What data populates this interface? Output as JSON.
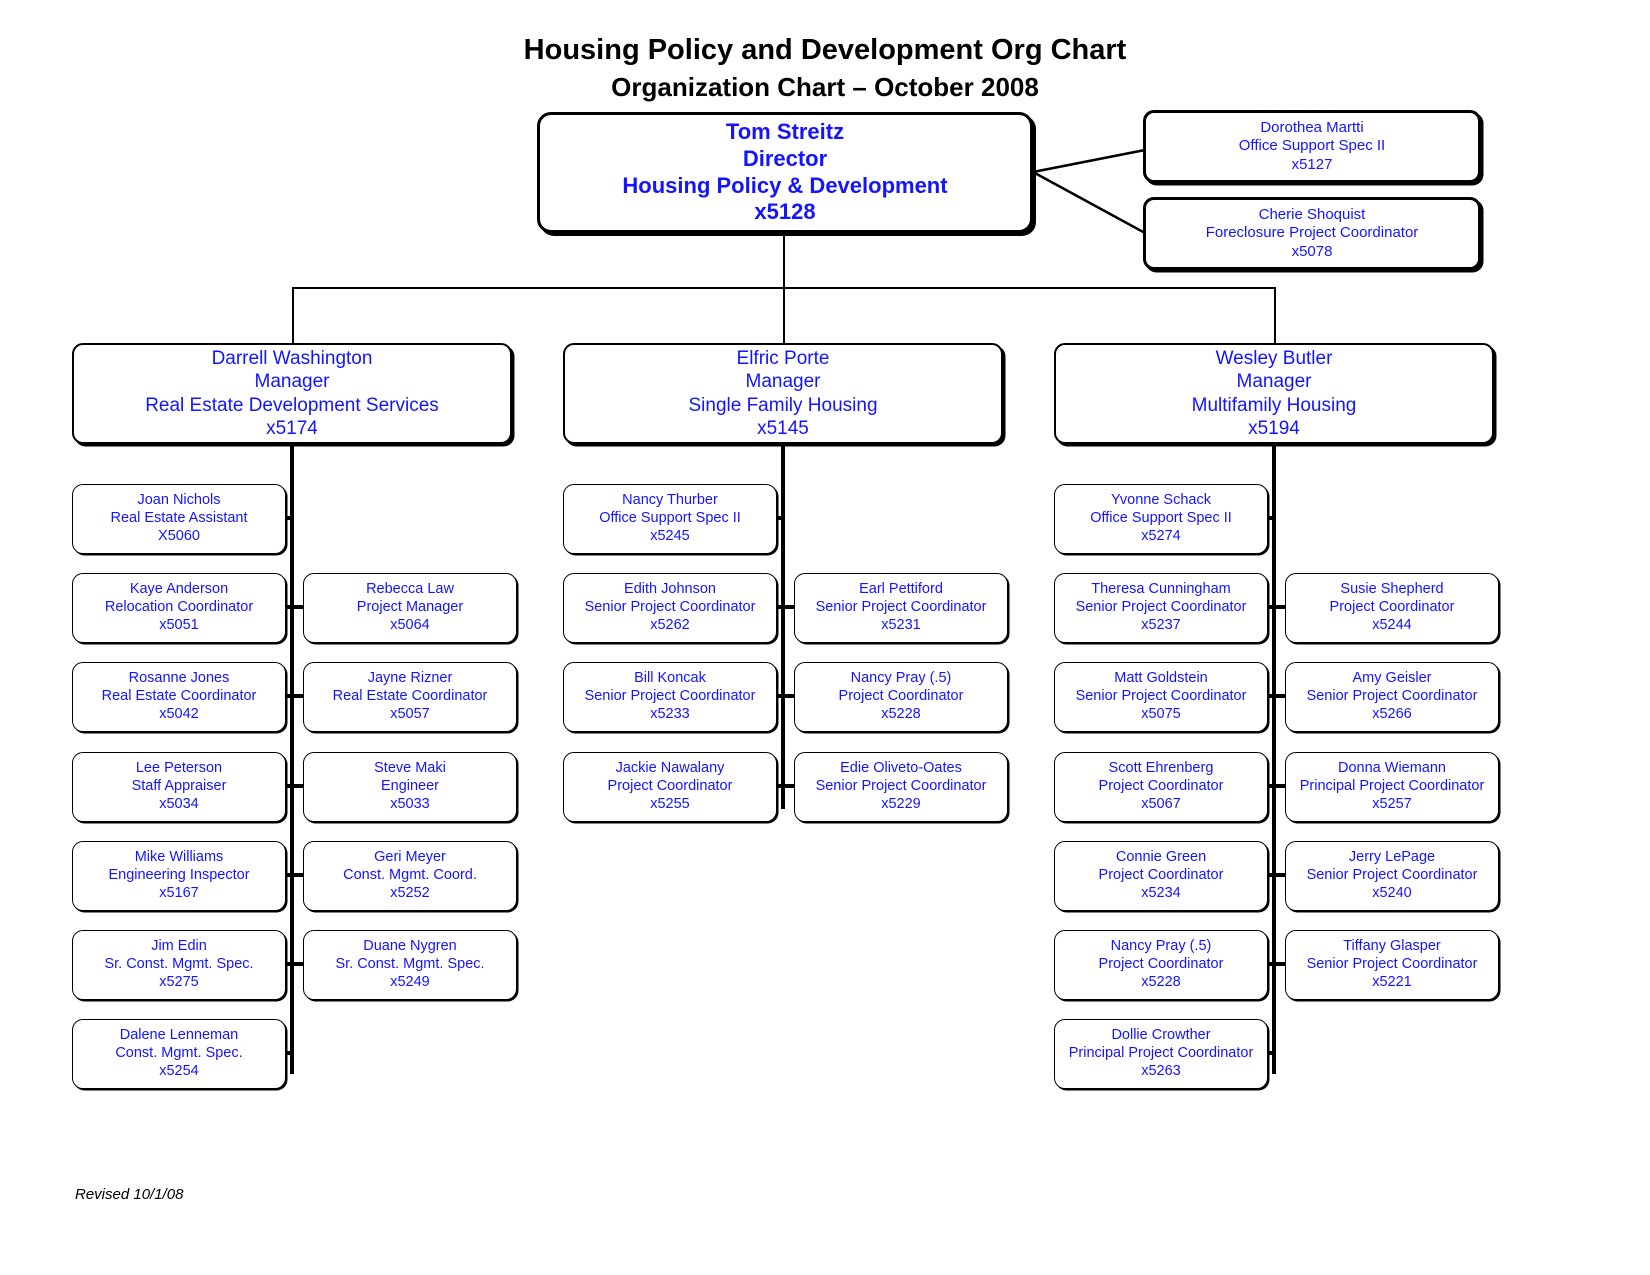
{
  "title": {
    "line1": "Housing Policy and Development Org Chart",
    "line2": "Organization Chart – October 2008"
  },
  "footer": "Revised 10/1/08",
  "colors": {
    "text": "#1414ff",
    "line": "#000000",
    "title": "#000000",
    "background": "#ffffff"
  },
  "chart_data": {
    "type": "diagram",
    "diagram_type": "org-chart",
    "root": {
      "name": "Tom Streitz",
      "role": "Director",
      "unit": "Housing Policy & Development",
      "ext": "x5128"
    },
    "direct_support": [
      {
        "name": "Dorothea Martti",
        "role": "Office Support Spec II",
        "ext": "x5127"
      },
      {
        "name": "Cherie Shoquist",
        "role": "Foreclosure Project Coordinator",
        "ext": "x5078"
      }
    ],
    "divisions": [
      {
        "manager": {
          "name": "Darrell Washington",
          "role": "Manager",
          "unit": "Real Estate Development Services",
          "ext": "x5174"
        },
        "left_column": [
          {
            "name": "Joan Nichols",
            "role": "Real Estate Assistant",
            "ext": "X5060"
          },
          {
            "name": "Kaye Anderson",
            "role": "Relocation Coordinator",
            "ext": "x5051"
          },
          {
            "name": "Rosanne Jones",
            "role": "Real Estate Coordinator",
            "ext": "x5042"
          },
          {
            "name": "Lee Peterson",
            "role": "Staff Appraiser",
            "ext": "x5034"
          },
          {
            "name": "Mike Williams",
            "role": "Engineering Inspector",
            "ext": "x5167"
          },
          {
            "name": "Jim Edin",
            "role": "Sr. Const. Mgmt. Spec.",
            "ext": "x5275"
          },
          {
            "name": "Dalene Lenneman",
            "role": "Const. Mgmt. Spec.",
            "ext": "x5254"
          }
        ],
        "right_column": [
          {
            "name": "Rebecca Law",
            "role": "Project Manager",
            "ext": "x5064"
          },
          {
            "name": "Jayne Rizner",
            "role": "Real Estate Coordinator",
            "ext": "x5057"
          },
          {
            "name": "Steve Maki",
            "role": "Engineer",
            "ext": "x5033"
          },
          {
            "name": "Geri Meyer",
            "role": "Const. Mgmt. Coord.",
            "ext": "x5252"
          },
          {
            "name": "Duane Nygren",
            "role": "Sr. Const. Mgmt. Spec.",
            "ext": "x5249"
          }
        ]
      },
      {
        "manager": {
          "name": "Elfric Porte",
          "role": "Manager",
          "unit": "Single Family Housing",
          "ext": "x5145"
        },
        "left_column": [
          {
            "name": "Nancy Thurber",
            "role": "Office Support Spec II",
            "ext": "x5245"
          },
          {
            "name": "Edith Johnson",
            "role": "Senior Project Coordinator",
            "ext": "x5262"
          },
          {
            "name": "Bill Koncak",
            "role": "Senior Project Coordinator",
            "ext": "x5233"
          },
          {
            "name": "Jackie Nawalany",
            "role": "Project Coordinator",
            "ext": "x5255"
          }
        ],
        "right_column": [
          {
            "name": "Earl Pettiford",
            "role": "Senior Project Coordinator",
            "ext": "x5231"
          },
          {
            "name": "Nancy Pray (.5)",
            "role": "Project Coordinator",
            "ext": "x5228"
          },
          {
            "name": "Edie Oliveto-Oates",
            "role": "Senior Project Coordinator",
            "ext": "x5229"
          }
        ]
      },
      {
        "manager": {
          "name": "Wesley Butler",
          "role": "Manager",
          "unit": "Multifamily Housing",
          "ext": "x5194"
        },
        "left_column": [
          {
            "name": "Yvonne Schack",
            "role": "Office Support Spec II",
            "ext": "x5274"
          },
          {
            "name": "Theresa Cunningham",
            "role": "Senior Project Coordinator",
            "ext": "x5237"
          },
          {
            "name": "Matt Goldstein",
            "role": "Senior Project Coordinator",
            "ext": "x5075"
          },
          {
            "name": "Scott Ehrenberg",
            "role": "Project Coordinator",
            "ext": "x5067"
          },
          {
            "name": "Connie Green",
            "role": "Project Coordinator",
            "ext": "x5234"
          },
          {
            "name": "Nancy Pray (.5)",
            "role": "Project Coordinator",
            "ext": "x5228"
          },
          {
            "name": "Dollie Crowther",
            "role": "Principal Project Coordinator",
            "ext": "x5263"
          }
        ],
        "right_column": [
          {
            "name": "Susie Shepherd",
            "role": "Project Coordinator",
            "ext": "x5244"
          },
          {
            "name": "Amy Geisler",
            "role": "Senior Project Coordinator",
            "ext": "x5266"
          },
          {
            "name": "Donna Wiemann",
            "role": "Principal Project Coordinator",
            "ext": "x5257"
          },
          {
            "name": "Jerry LePage",
            "role": "Senior Project Coordinator",
            "ext": "x5240"
          },
          {
            "name": "Tiffany Glasper",
            "role": "Senior Project Coordinator",
            "ext": "x5221"
          }
        ]
      }
    ]
  }
}
